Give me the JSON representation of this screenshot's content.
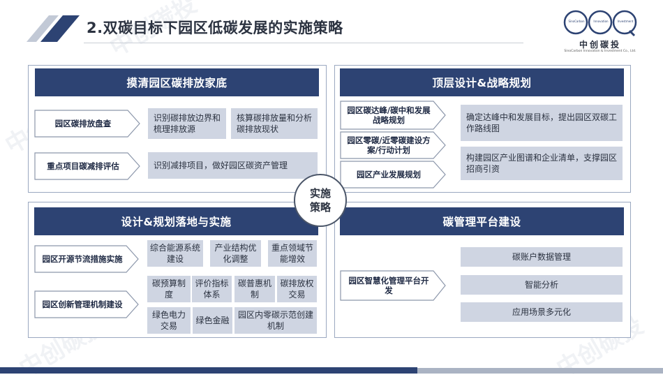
{
  "title": "2.双碳目标下园区低碳发展的实施策略",
  "logo": {
    "ring_words": [
      "SinoCarbon",
      "Innovation",
      "Investment"
    ],
    "name": "中创碳投",
    "sub": "SinoCarbon Innovation & Investment Co., Ltd."
  },
  "watermark": "中创碳投",
  "center": {
    "line1": "实施",
    "line2": "策略"
  },
  "q1": {
    "header": "摸清园区碳排放家底",
    "row1": {
      "label": "园区碳排放盘查",
      "box1": "识别碳排放边界和梳理排放源",
      "box2": "核算碳排放量和分析碳排放现状"
    },
    "row2": {
      "label": "重点项目碳减排评估",
      "box1": "识别减排项目，做好园区碳资产管理"
    }
  },
  "q2": {
    "header": "顶层设计&战略规划",
    "label1": "园区碳达峰/碳中和发展战略规划",
    "label2": "园区零碳/近零碳建设方案/行动计划",
    "label3": "园区产业发展规划",
    "box1": "确定达峰中和发展目标，提出园区双碳工作路线图",
    "box2": "构建园区产业图谱和企业清单，支撑园区招商引资"
  },
  "q3": {
    "header": "设计&规划落地与实施",
    "label1": "园区开源节流措施实施",
    "label2": "园区创新管理机制建设",
    "row1": [
      "综合能源系统建设",
      "产业结构优化调整",
      "重点领域节能增效"
    ],
    "row2": [
      "碳预算制度",
      "评价指标体系",
      "碳普惠机制",
      "碳排放权交易"
    ],
    "row3": [
      "绿色电力交易",
      "绿色金融",
      "园区内零碳示范创建机制"
    ]
  },
  "q4": {
    "header": "碳管理平台建设",
    "label": "园区智慧化管理平台开发",
    "items": [
      "碳账户数据管理",
      "智能分析",
      "应用场景多元化"
    ]
  }
}
